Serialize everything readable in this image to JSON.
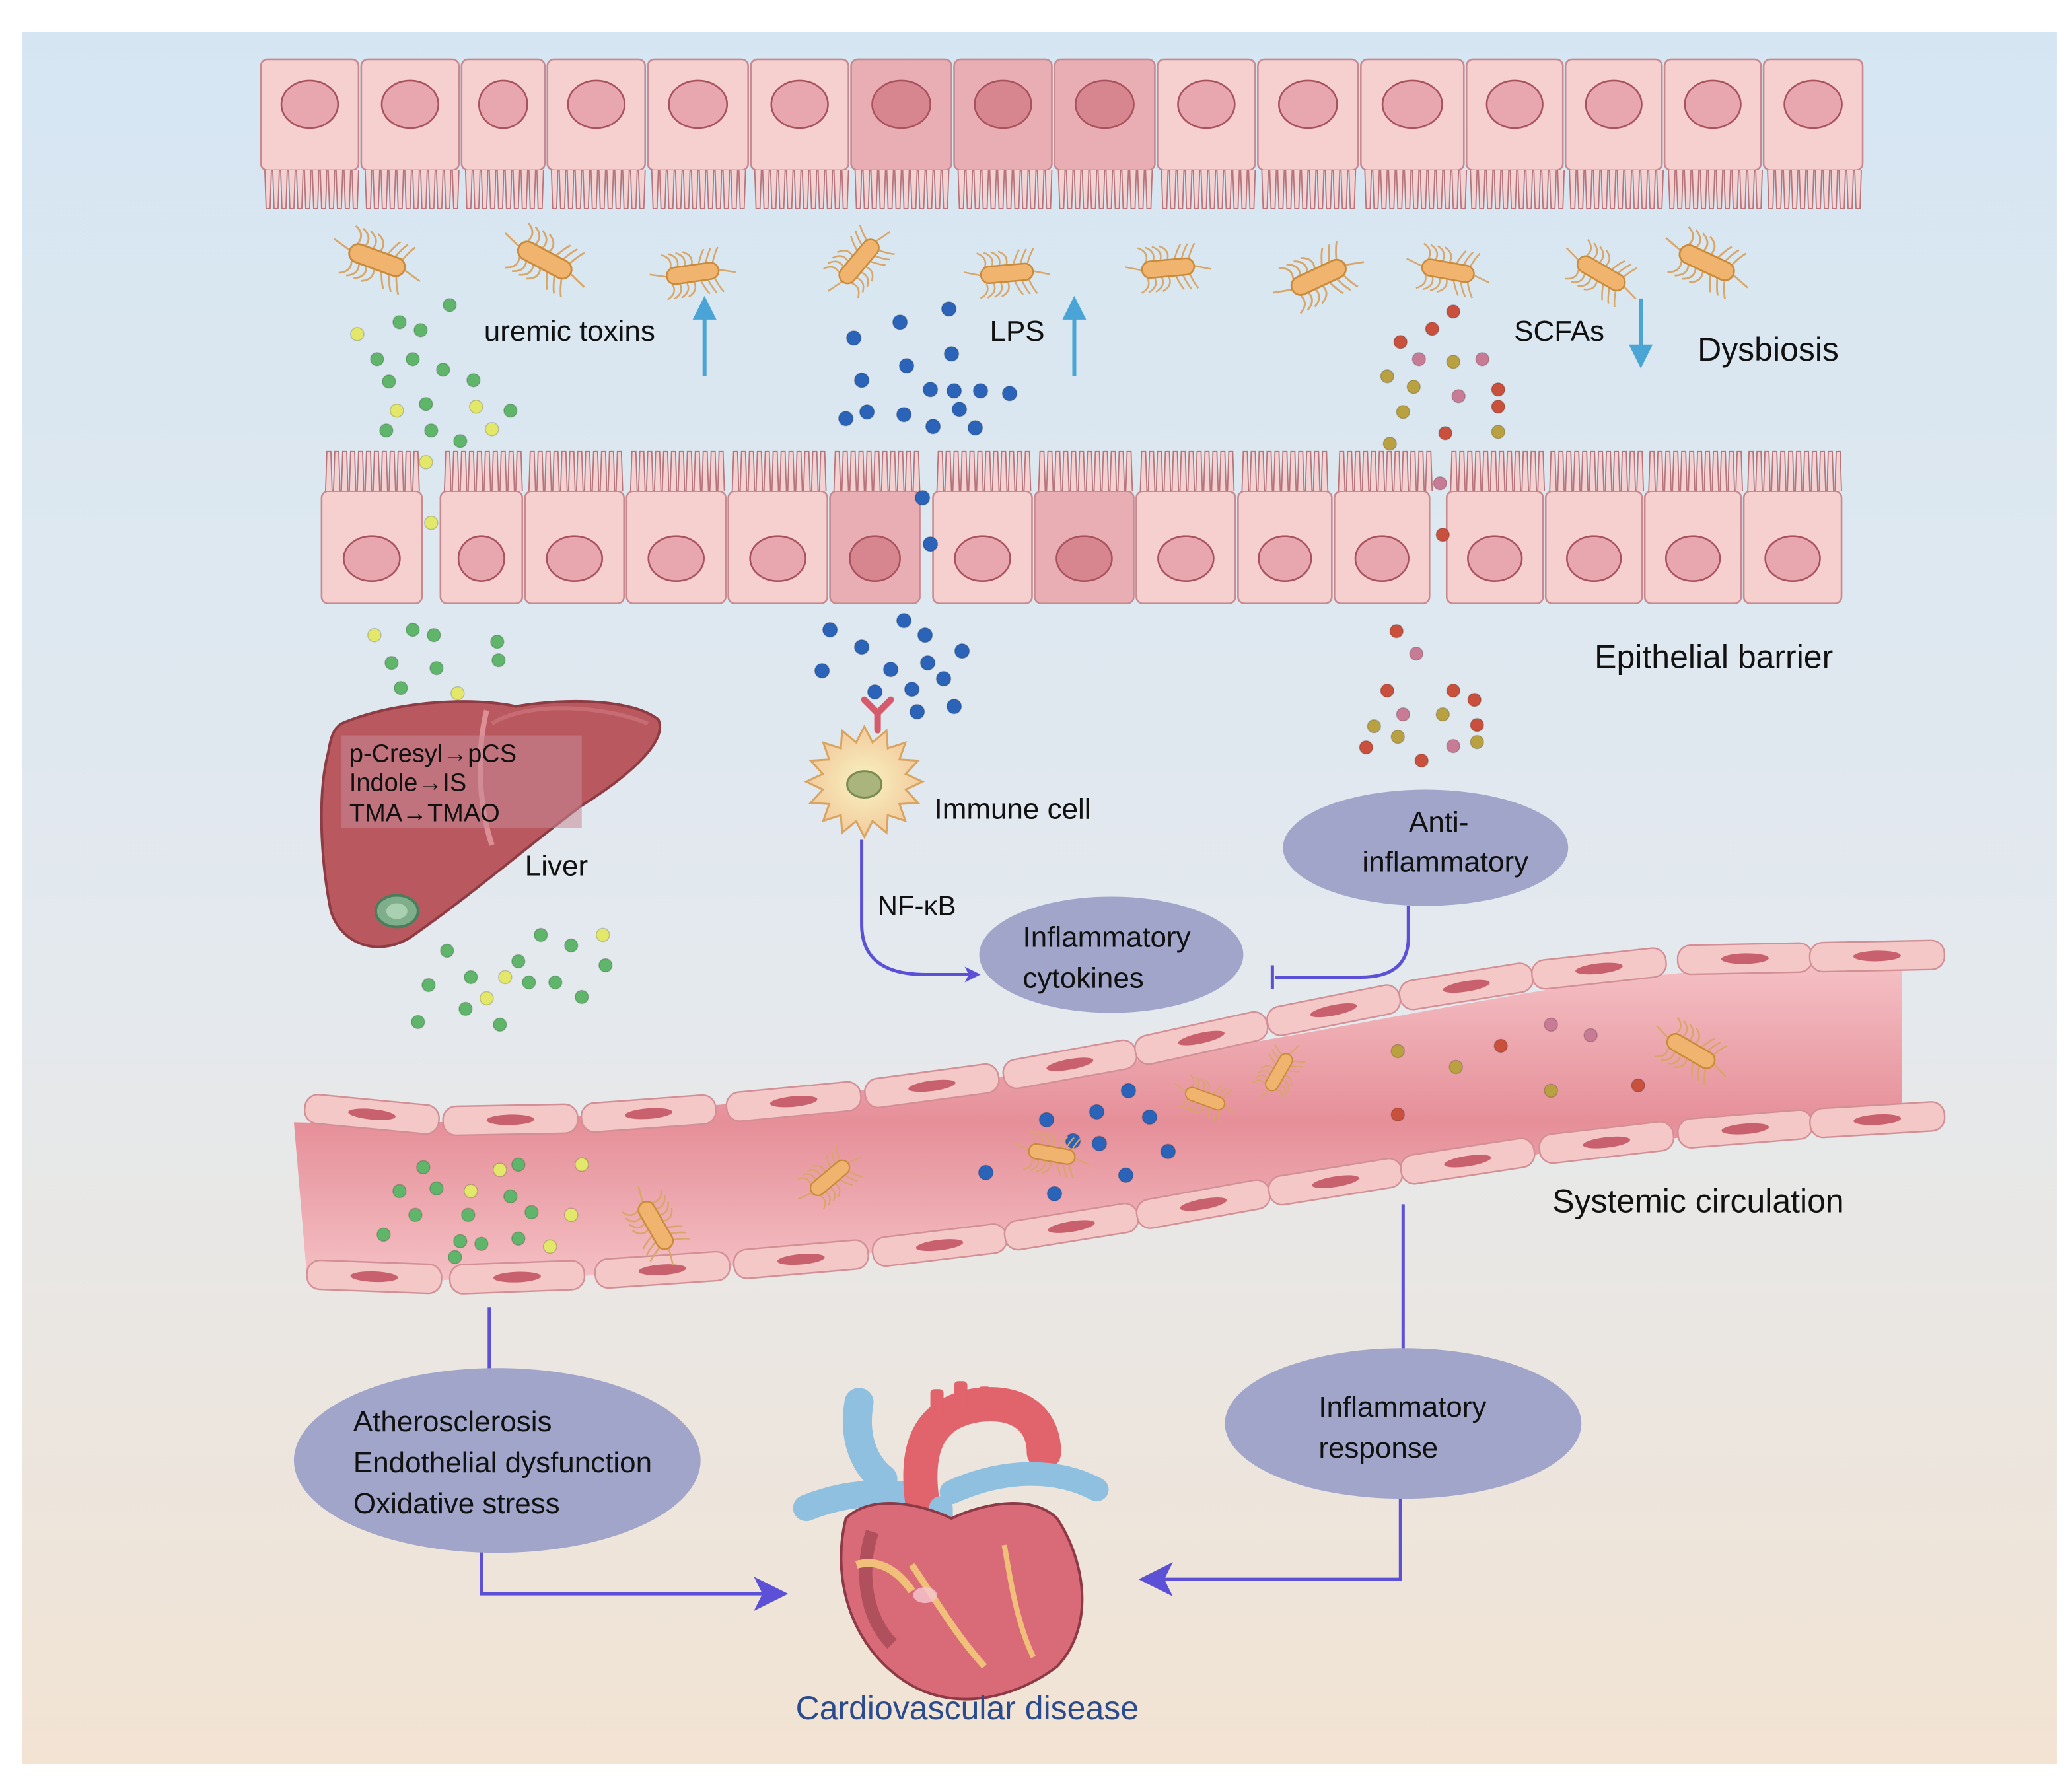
{
  "labels": {
    "uremic_toxins": "uremic toxins",
    "lps": "LPS",
    "scfas": "SCFAs",
    "dysbiosis": "Dysbiosis",
    "epithelial_barrier": "Epithelial barrier",
    "immune_cell": "Immune cell",
    "nfkb": "NF-κB",
    "liver": "Liver",
    "systemic_circulation": "Systemic circulation",
    "cardiovascular_disease": "Cardiovascular disease"
  },
  "liver_reactions": [
    "p-Cresyl→pCS",
    "Indole→IS",
    "TMA→TMAO"
  ],
  "bubbles": {
    "anti_inflammatory": [
      "Anti-",
      "inflammatory"
    ],
    "inflammatory_cytokines": [
      "Inflammatory",
      "cytokines"
    ],
    "cvd_mechanisms": [
      "Atherosclerosis",
      "Endothelial dysfunction",
      "Oxidative stress"
    ],
    "inflammatory_response": [
      "Inflammatory",
      "response"
    ]
  },
  "trends": {
    "uremic_toxins": "up",
    "lps": "up",
    "scfas": "down"
  },
  "colors": {
    "background_top": "#d5e6f2",
    "background_bottom": "#f2e3d3",
    "cell_fill": "#f6cfcf",
    "nucleus_fill": "#e8a7ae",
    "bubble_fill": "#a1a5c9",
    "arrow_line": "#5b50d6",
    "trend_arrow": "#4aa4d6",
    "vessel_fill": "#eca0a8",
    "toxin_green": "#5fb56a",
    "toxin_yellow": "#e4e86a",
    "lps_blue": "#2b63b8",
    "scfa_red": "#c8503c",
    "scfa_pink": "#c77b95",
    "scfa_olive": "#b9a040",
    "cvd_label": "#2a4b8d"
  }
}
